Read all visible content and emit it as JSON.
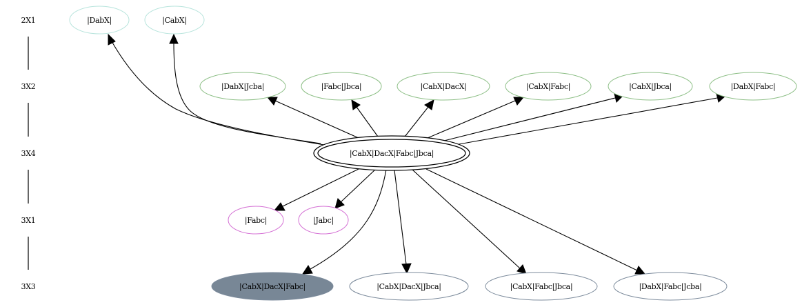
{
  "ranks": [
    {
      "label": "2X1"
    },
    {
      "label": "3X2"
    },
    {
      "label": "3X4"
    },
    {
      "label": "3X1"
    },
    {
      "label": "3X3"
    }
  ],
  "center": {
    "label": "|CabX|DacX|Fabc|Jbca|"
  },
  "colors": {
    "rank_2x1": "#b7e4dc",
    "rank_3x2": "#8dbf86",
    "rank_3x1": "#d46fd4",
    "rank_3x3": "#7b8a9b",
    "highlight_fill": "#788796",
    "edge": "#000000"
  },
  "nodes_3x4": [
    {
      "label": "|CabX|DacX|Fabc|Jbca|"
    }
  ],
  "nodes_2x1": [
    {
      "label": "|DabX|"
    },
    {
      "label": "|CabX|"
    }
  ],
  "nodes_3x2": [
    {
      "label": "|DabX|Jcba|"
    },
    {
      "label": "|Fabc|Jbca|"
    },
    {
      "label": "|CabX|DacX|"
    },
    {
      "label": "|CabX|Fabc|"
    },
    {
      "label": "|CabX|Jbca|"
    },
    {
      "label": "|DabX|Fabc|"
    }
  ],
  "nodes_3x1": [
    {
      "label": "|Fabc|"
    },
    {
      "label": "|Jabc|"
    }
  ],
  "nodes_3x3": [
    {
      "label": "|CabX|DacX|Fabc|",
      "filled": true
    },
    {
      "label": "|CabX|DacX|Jbca|"
    },
    {
      "label": "|CabX|Fabc|Jbca|"
    },
    {
      "label": "|DabX|Fabc|Jcba|"
    }
  ]
}
